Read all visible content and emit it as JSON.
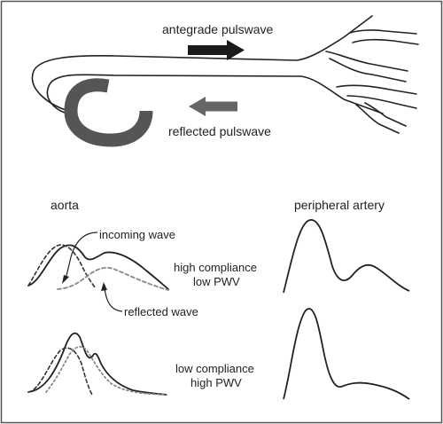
{
  "labels": {
    "antegrade": "antegrade pulswave",
    "reflected_top": "reflected pulswave",
    "aorta": "aorta",
    "peripheral": "peripheral artery",
    "incoming": "incoming wave",
    "reflected_wave": "reflected wave",
    "high_line1": "high compliance",
    "high_line2": "low PWV",
    "low_line1": "low compliance",
    "low_line2": "high PWV"
  },
  "colors": {
    "border": "#555555",
    "ink": "#222222",
    "arrow_dark": "#1a1a1a",
    "arrow_mid": "#666666",
    "heart": "#555555",
    "dashed_dark": "#333333",
    "dashed_light": "#888888"
  }
}
